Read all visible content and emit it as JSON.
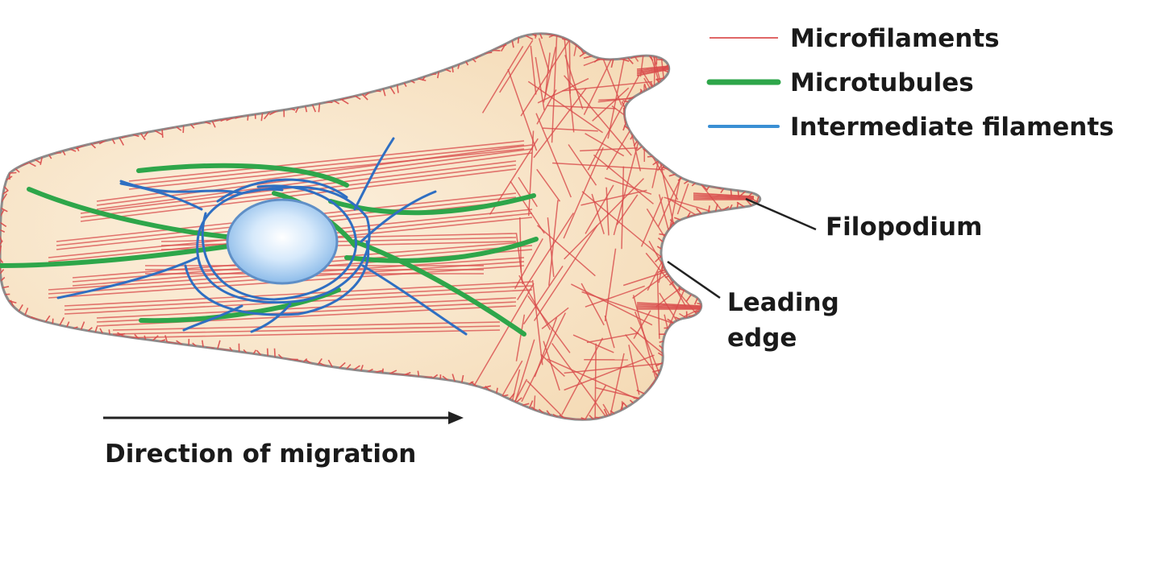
{
  "legend": {
    "items": [
      {
        "label": "Microfilaments",
        "color": "#e06666",
        "line": "thin"
      },
      {
        "label": "Microtubules",
        "color": "#2ea64a",
        "line": "thick"
      },
      {
        "label": "Intermediate filaments",
        "color": "#3a8fd4",
        "line": "medium"
      }
    ]
  },
  "callouts": {
    "filopodium": "Filopodium",
    "leading_edge_line1": "Leading",
    "leading_edge_line2": "edge"
  },
  "arrow": {
    "label": "Direction of migration"
  },
  "colors": {
    "cytoplasm": "#f9e6c8",
    "membrane": "#8c8c8c",
    "microfilament": "#d94b4b",
    "microtubule": "#2ea64a",
    "intermediate": "#2f6fc2",
    "nucleus": "#a9cdf0"
  }
}
